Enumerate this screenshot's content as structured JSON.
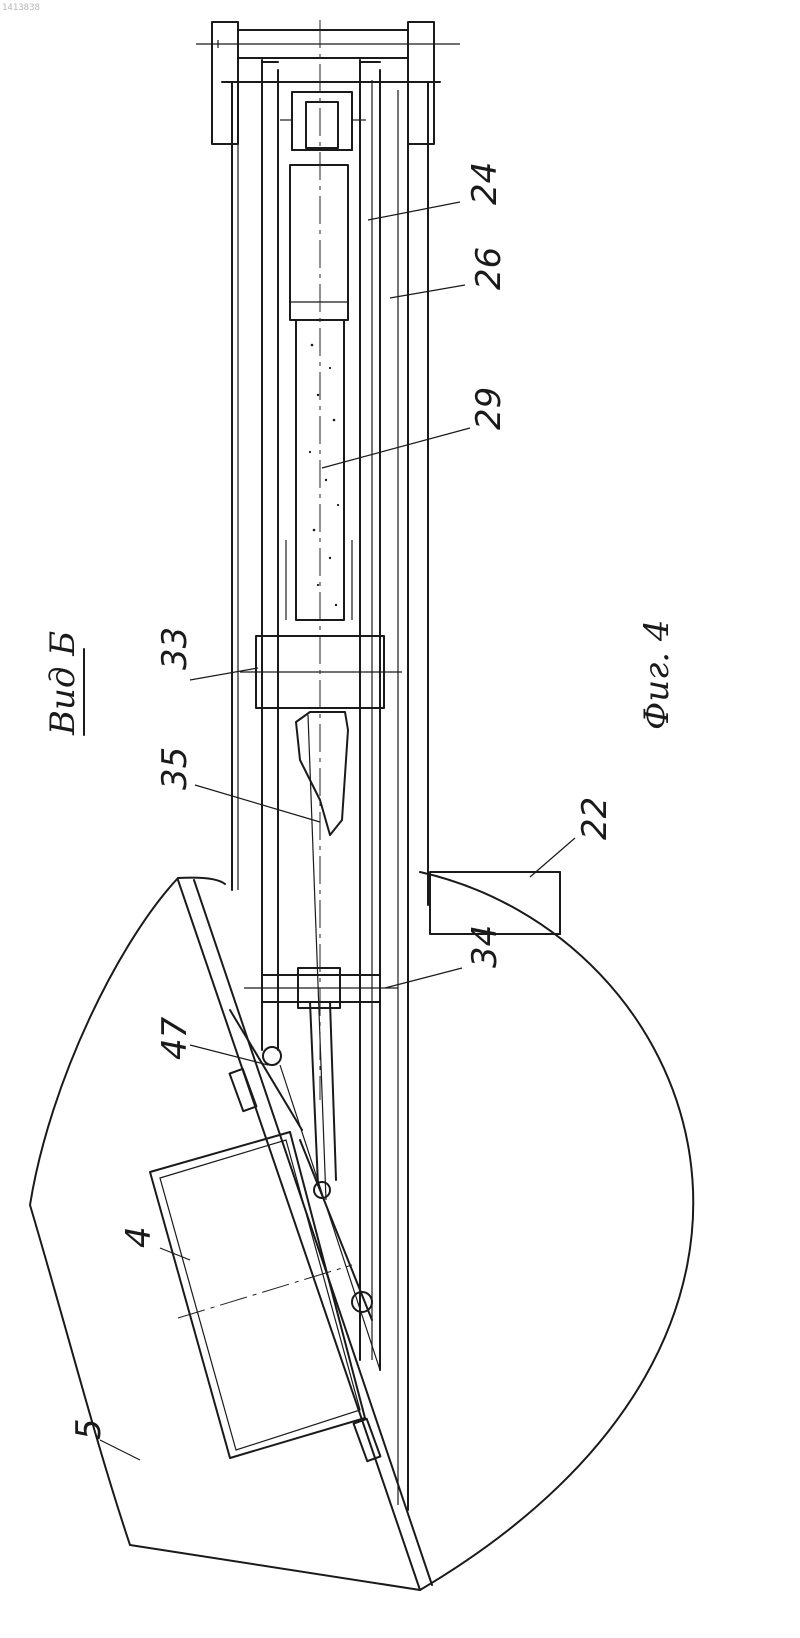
{
  "figure": {
    "doc_number": "1413838",
    "view_label": "Вид Б",
    "caption": "Фиг. 4"
  },
  "labels": [
    "24",
    "26",
    "29",
    "33",
    "35",
    "22",
    "34",
    "47",
    "4",
    "5"
  ]
}
